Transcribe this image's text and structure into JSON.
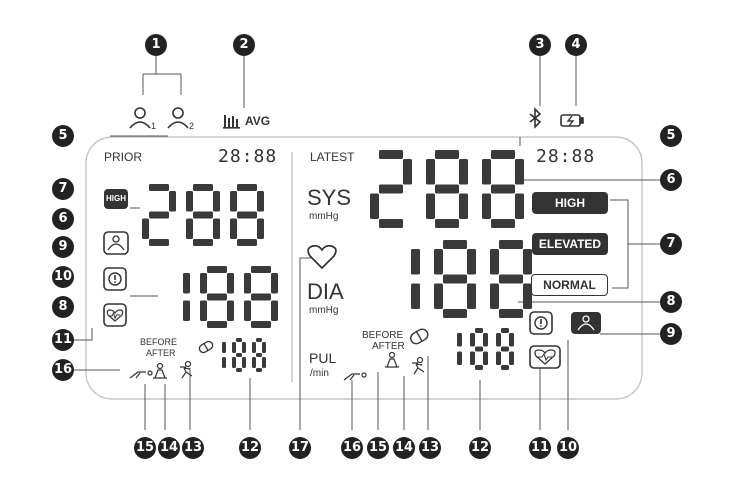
{
  "header": {
    "user1_sub": "1",
    "user2_sub": "2",
    "avg_label": "AVG"
  },
  "prior": {
    "label": "PRIOR",
    "clock": "28:88",
    "high_label": "HIGH",
    "sys_digits": "288",
    "dia_digits": "188",
    "before_label": "BEFORE",
    "after_label": "AFTER",
    "pulse_digits": "188"
  },
  "latest": {
    "label": "LATEST",
    "clock": "28:88",
    "sys_label": "SYS",
    "sys_unit": "mmHg",
    "dia_label": "DIA",
    "dia_unit": "mmHg",
    "pul_label": "PUL",
    "pul_unit": "/min",
    "before_label": "BEFORE",
    "after_label": "AFTER",
    "sys_digits": "288",
    "dia_digits": "188",
    "pulse_digits": "188"
  },
  "status": {
    "high": "HIGH",
    "elevated": "ELEVATED",
    "normal": "NORMAL"
  },
  "callouts": {
    "top": [
      "1",
      "2",
      "3",
      "4"
    ],
    "left": [
      "5",
      "7",
      "6",
      "9",
      "10",
      "8",
      "11",
      "16"
    ],
    "right": [
      "5",
      "6",
      "7",
      "8",
      "9"
    ],
    "bottom": [
      "15",
      "14",
      "13",
      "12",
      "17",
      "16",
      "15",
      "14",
      "13",
      "12",
      "11",
      "10"
    ]
  },
  "icons": [
    "user-1-icon",
    "user-2-icon",
    "average-chart-icon",
    "bluetooth-icon",
    "battery-icon",
    "warning-icon",
    "cuff-icon",
    "irregular-heartbeat-icon",
    "heart-icon",
    "pill-icon",
    "meal-icon",
    "exercise-icon",
    "lying-icon"
  ]
}
